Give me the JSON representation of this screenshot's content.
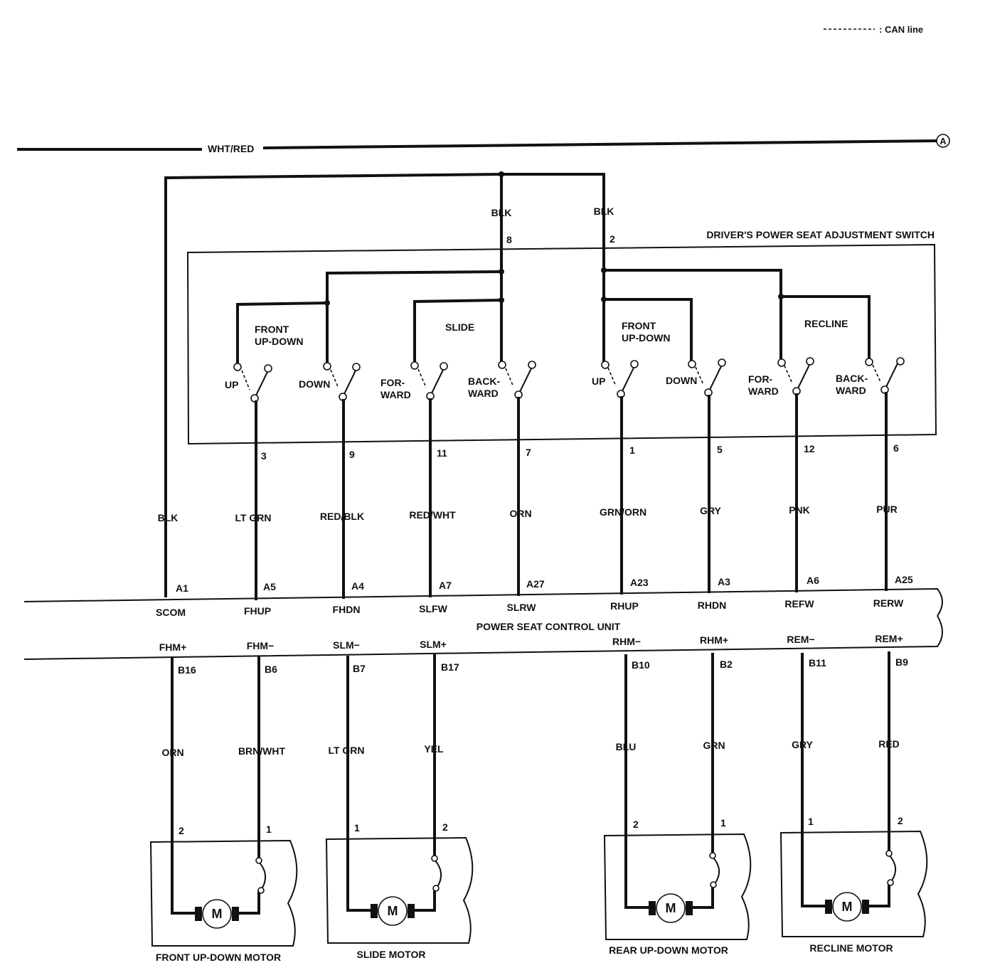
{
  "legend": {
    "can_line": ": CAN line"
  },
  "supply": {
    "wire_color": "WHT/RED",
    "connector": "A"
  },
  "ground_wires": {
    "left": "BLK",
    "pin8_wire": "BLK",
    "pin2_wire": "BLK"
  },
  "switch": {
    "title": "DRIVER'S POWER SEAT ADJUSTMENT SWITCH",
    "common_pins": [
      "8",
      "2"
    ],
    "groups": [
      {
        "label_line1": "FRONT",
        "label_line2": "UP-DOWN"
      },
      {
        "label_line1": "SLIDE",
        "label_line2": ""
      },
      {
        "label_line1": "FRONT",
        "label_line2": "UP-DOWN"
      },
      {
        "label_line1": "RECLINE",
        "label_line2": ""
      }
    ],
    "contacts": [
      {
        "line1": "UP",
        "line2": ""
      },
      {
        "line1": "DOWN",
        "line2": ""
      },
      {
        "line1": "FOR-",
        "line2": "WARD"
      },
      {
        "line1": "BACK-",
        "line2": "WARD"
      },
      {
        "line1": "UP",
        "line2": ""
      },
      {
        "line1": "DOWN",
        "line2": ""
      },
      {
        "line1": "FOR-",
        "line2": "WARD"
      },
      {
        "line1": "BACK-",
        "line2": "WARD"
      }
    ]
  },
  "control_unit": {
    "title": "POWER SEAT CONTROL UNIT",
    "top_connections": [
      {
        "pin": "A1",
        "signal": "SCOM",
        "switch_pin": "",
        "wire": "BLK"
      },
      {
        "pin": "A5",
        "signal": "FHUP",
        "switch_pin": "3",
        "wire": "LT GRN"
      },
      {
        "pin": "A4",
        "signal": "FHDN",
        "switch_pin": "9",
        "wire": "RED/BLK"
      },
      {
        "pin": "A7",
        "signal": "SLFW",
        "switch_pin": "11",
        "wire": "RED/WHT"
      },
      {
        "pin": "A27",
        "signal": "SLRW",
        "switch_pin": "7",
        "wire": "ORN"
      },
      {
        "pin": "A23",
        "signal": "RHUP",
        "switch_pin": "1",
        "wire": "GRN/ORN"
      },
      {
        "pin": "A3",
        "signal": "RHDN",
        "switch_pin": "5",
        "wire": "GRY"
      },
      {
        "pin": "A6",
        "signal": "REFW",
        "switch_pin": "12",
        "wire": "PNK"
      },
      {
        "pin": "A25",
        "signal": "RERW",
        "switch_pin": "6",
        "wire": "PUR"
      }
    ],
    "bottom_connections": [
      {
        "signal": "FHM+",
        "pin": "B16",
        "wire": "ORN",
        "motor_pin": "2"
      },
      {
        "signal": "FHM−",
        "pin": "B6",
        "wire": "BRN/WHT",
        "motor_pin": "1"
      },
      {
        "signal": "SLM−",
        "pin": "B7",
        "wire": "LT GRN",
        "motor_pin": "1"
      },
      {
        "signal": "SLM+",
        "pin": "B17",
        "wire": "YEL",
        "motor_pin": "2"
      },
      {
        "signal": "RHM−",
        "pin": "B10",
        "wire": "BLU",
        "motor_pin": "2"
      },
      {
        "signal": "RHM+",
        "pin": "B2",
        "wire": "GRN",
        "motor_pin": "1"
      },
      {
        "signal": "REM−",
        "pin": "B11",
        "wire": "GRY",
        "motor_pin": "1"
      },
      {
        "signal": "REM+",
        "pin": "B9",
        "wire": "RED",
        "motor_pin": "2"
      }
    ]
  },
  "motors": [
    {
      "name": "FRONT UP-DOWN MOTOR",
      "symbol": "M"
    },
    {
      "name": "SLIDE MOTOR",
      "symbol": "M"
    },
    {
      "name": "REAR UP-DOWN MOTOR",
      "symbol": "M"
    },
    {
      "name": "RECLINE MOTOR",
      "symbol": "M"
    }
  ]
}
